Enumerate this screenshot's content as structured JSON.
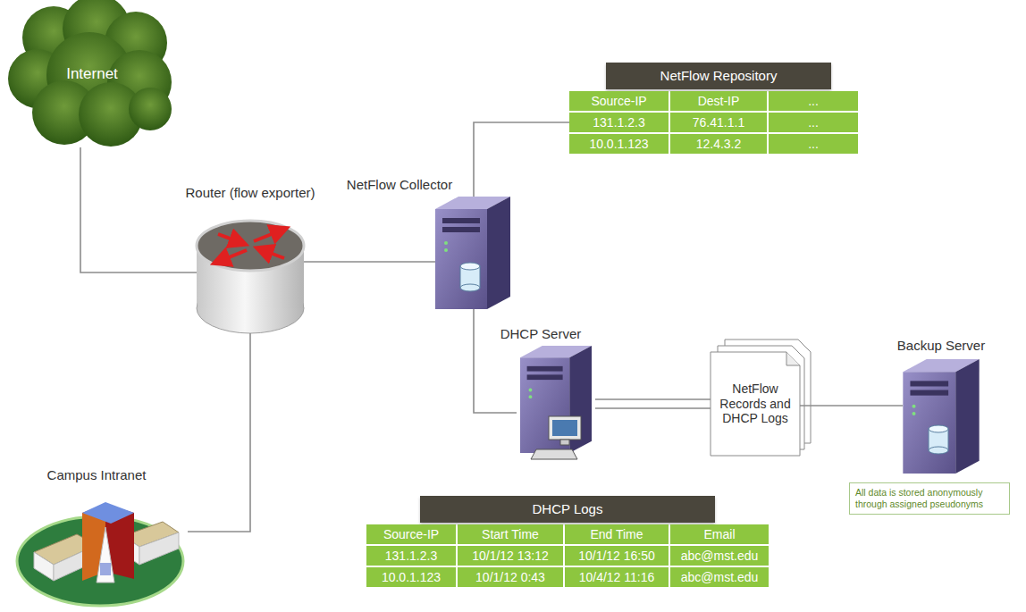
{
  "diagram": {
    "nodes": [
      {
        "text": [
          "Internet"
        ]
      },
      {
        "text": [
          "Router (flow exporter)"
        ]
      },
      {
        "text": [
          "NetFlow Collector"
        ]
      },
      {
        "text": [
          "NetFlow Repository"
        ]
      },
      {
        "text": [
          "DHCP Server"
        ]
      },
      {
        "text": [
          "NetFlow Records and DHCP Logs"
        ]
      },
      {
        "text": [
          "Backup Server"
        ]
      },
      {
        "text": [
          "All data is stored anonymously through assigned pseudonyms"
        ]
      },
      {
        "text": [
          "DHCP Logs"
        ]
      },
      {
        "text": [
          "Campus Intranet"
        ]
      }
    ],
    "edges": [
      {
        "from": 0,
        "to": 1,
        "arrow": "none"
      },
      {
        "from": 1,
        "to": 9,
        "arrow": "none"
      },
      {
        "from": 1,
        "to": 2,
        "arrow": "none"
      },
      {
        "from": 2,
        "to": 3,
        "arrow": "none"
      },
      {
        "from": 2,
        "to": 4,
        "arrow": "none"
      },
      {
        "from": 4,
        "to": 5,
        "arrow": "none"
      },
      {
        "from": 5,
        "to": 6,
        "arrow": "none"
      }
    ],
    "labels": [
      "Source-IP",
      "Dest-IP",
      "...",
      "131.1.2.3",
      "76.41.1.1",
      "...",
      "10.0.1.123",
      "12.4.3.2",
      "...",
      "Source-IP",
      "Start Time",
      "End Time",
      "Email",
      "131.1.2.3",
      "10/1/12 13:12",
      "10/1/12 16:50",
      "abc@mst.edu",
      "10.0.1.123",
      "10/1/12 0:43",
      "10/4/12 11:16",
      "abc@mst.edu"
    ]
  }
}
